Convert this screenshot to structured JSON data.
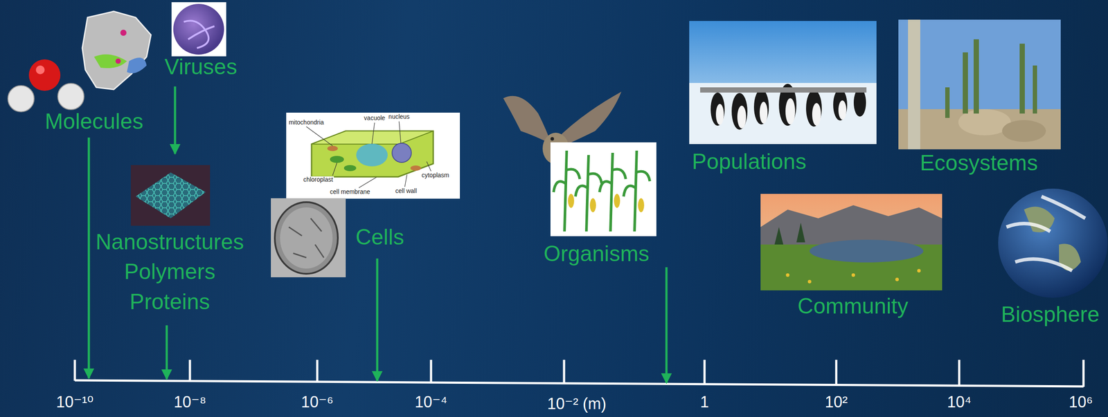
{
  "diagram": {
    "labels": [
      "Molecules",
      "Viruses",
      "Nanostructures",
      "Polymers",
      "Proteins",
      "Cells",
      "Organisms",
      "Populations",
      "Ecosystems",
      "Community",
      "Biosphere",
      "mitochondria",
      "vacuole",
      "nucleus",
      "chloroplast",
      "cell membrane",
      "cell wall",
      "cytoplasm",
      "10⁻¹⁰",
      "10⁻⁸",
      "10⁻⁶",
      "10⁻⁴",
      "10⁻² (m)",
      "1",
      "10²",
      "10⁴",
      "10⁶"
    ]
  }
}
